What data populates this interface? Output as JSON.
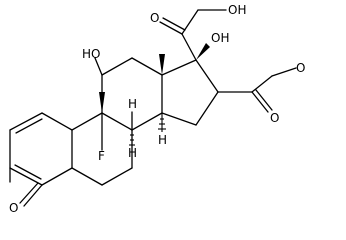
{
  "molecule": {
    "atom_labels": {
      "oxo_ketone_left": "O",
      "fluoro": "F",
      "hydroxy_11": "HO",
      "hydroxy_17": "OH",
      "side_chain_oxo": "O",
      "side_chain_hydroxy": "OH",
      "ester_carbonyl_oxygen": "O",
      "ester_ether_oxygen": "O",
      "hydrogen_9": "H",
      "hydrogen_8": "H",
      "hydrogen_14": "H"
    },
    "colors": {
      "ink": "#000000",
      "background": "#ffffff"
    }
  }
}
